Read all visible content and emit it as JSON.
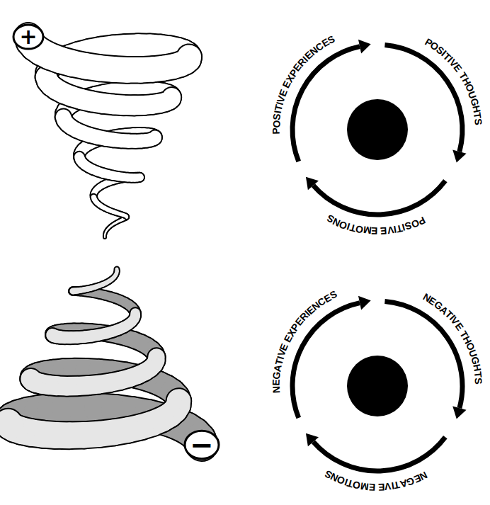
{
  "diagram": {
    "labels": [
      "+",
      "−",
      "POSITIVE EXPERIENCES",
      "POSITIVE THOUGHTS",
      "POSITIVE EMOTIONS",
      "NEGATIVE EXPERIENCES",
      "NEGATIVE THOUGHTS",
      "NEGATIVE EMOTIONS"
    ]
  }
}
